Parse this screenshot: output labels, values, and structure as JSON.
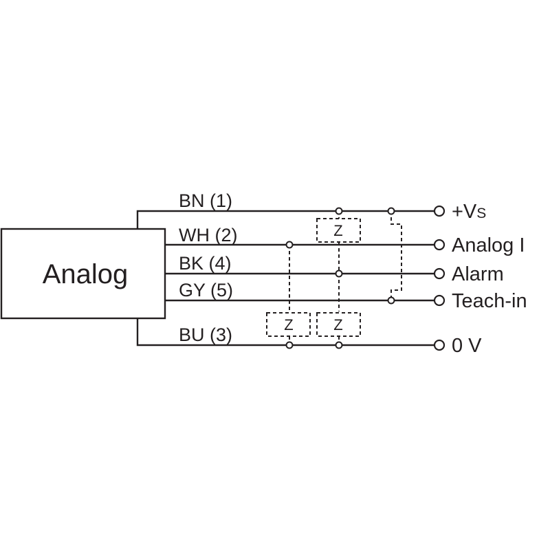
{
  "device": {
    "label": "Analog"
  },
  "wires": [
    {
      "id": "bn",
      "label": "BN (1)",
      "terminal": "+V",
      "terminal_sub": "S"
    },
    {
      "id": "wh",
      "label": "WH (2)",
      "terminal": "Analog I",
      "terminal_sub": ""
    },
    {
      "id": "bk",
      "label": "BK (4)",
      "terminal": "Alarm",
      "terminal_sub": ""
    },
    {
      "id": "gy",
      "label": "GY (5)",
      "terminal": "Teach-in",
      "terminal_sub": ""
    },
    {
      "id": "bu",
      "label": "BU (3)",
      "terminal": "0 V",
      "terminal_sub": ""
    }
  ],
  "loads": [
    {
      "id": "load-bk-vs",
      "label": "Z"
    },
    {
      "id": "load-wh-0v",
      "label": "Z"
    },
    {
      "id": "load-bk-0v",
      "label": "Z"
    }
  ],
  "colors": {
    "line": "#231f20",
    "background": "#ffffff"
  }
}
